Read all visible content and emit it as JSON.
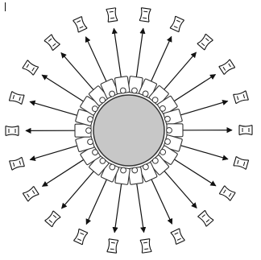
{
  "diagram": {
    "type": "radial-connector-diagram",
    "connector_count": 22,
    "arrow_direction": "outward",
    "colors": {
      "center_fill": "#c7c7c7",
      "center_stroke": "#333333",
      "port_fill": "#ffffff",
      "port_stroke": "#333333",
      "line": "#111111",
      "background": "#ffffff"
    },
    "icons": {
      "center": "hub-disk-icon",
      "port": "connector-port-icon",
      "arrow": "arrow-line-icon",
      "terminal": "cable-plug-icon"
    }
  }
}
